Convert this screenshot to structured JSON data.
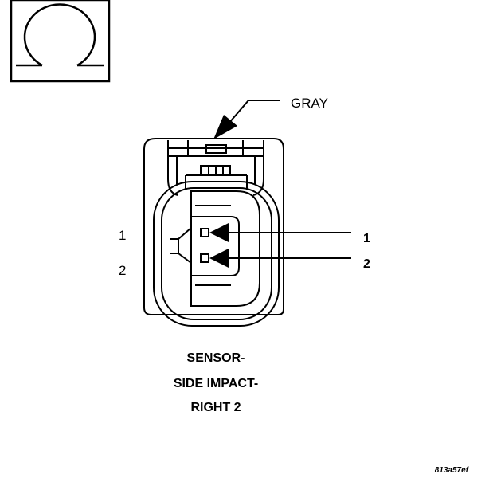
{
  "connector": {
    "color_label": "GRAY",
    "cavity_left": [
      "1",
      "2"
    ],
    "cavity_right": [
      "1",
      "2"
    ]
  },
  "title": {
    "line1": "SENSOR-",
    "line2": "SIDE IMPACT-",
    "line3": "RIGHT 2"
  },
  "figure_id": "813a57ef"
}
